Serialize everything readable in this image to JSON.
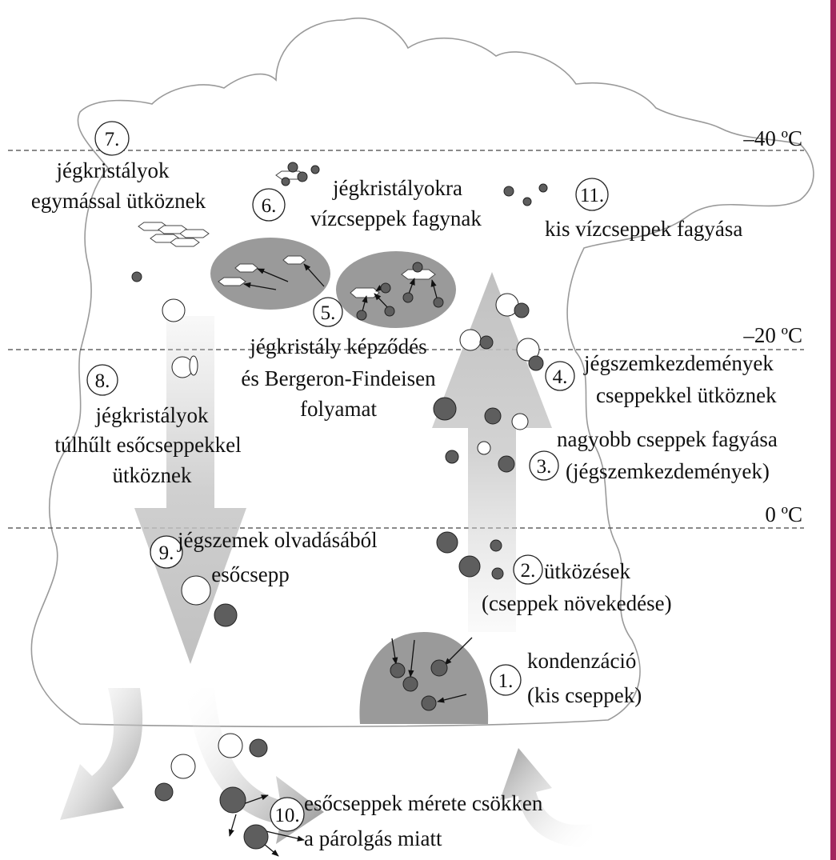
{
  "temperature_levels": [
    {
      "label": "–40 ºC"
    },
    {
      "label": "–20 ºC"
    },
    {
      "label": "0 ºC"
    }
  ],
  "steps": [
    {
      "number": "1.",
      "lines": [
        "kondenzáció",
        "(kis cseppek)"
      ]
    },
    {
      "number": "2.",
      "lines": [
        "ütközések",
        "(cseppek növekedése)"
      ]
    },
    {
      "number": "3.",
      "lines": [
        "nagyobb cseppek fagyása",
        "(jégszemkezdemények)"
      ]
    },
    {
      "number": "4.",
      "lines": [
        "jégszemkezdemények",
        "cseppekkel ütköznek"
      ]
    },
    {
      "number": "5.",
      "lines": [
        "jégkristály képződés",
        "és Bergeron-Findeisen",
        "folyamat"
      ]
    },
    {
      "number": "6.",
      "lines": [
        "jégkristályokra",
        "vízcseppek fagynak"
      ]
    },
    {
      "number": "7.",
      "lines": [
        "jégkristályok",
        "egymással ütköznek"
      ]
    },
    {
      "number": "8.",
      "lines": [
        "jégkristályok",
        "túlhűlt esőcseppekkel",
        "ütköznek"
      ]
    },
    {
      "number": "9.",
      "lines": [
        "jégszemek olvadásából",
        "esőcsepp"
      ]
    },
    {
      "number": "10.",
      "lines": [
        "esőcseppek mérete csökken",
        "a párolgás miatt"
      ]
    },
    {
      "number": "11.",
      "lines": [
        "kis vízcseppek fagyása"
      ]
    }
  ],
  "colors": {
    "droplet": "#5e5e5e",
    "ice": "#ffffff",
    "region": "#9a9a9a",
    "arrow": "#c9c9c9",
    "accent_bar": "#a3245f"
  }
}
